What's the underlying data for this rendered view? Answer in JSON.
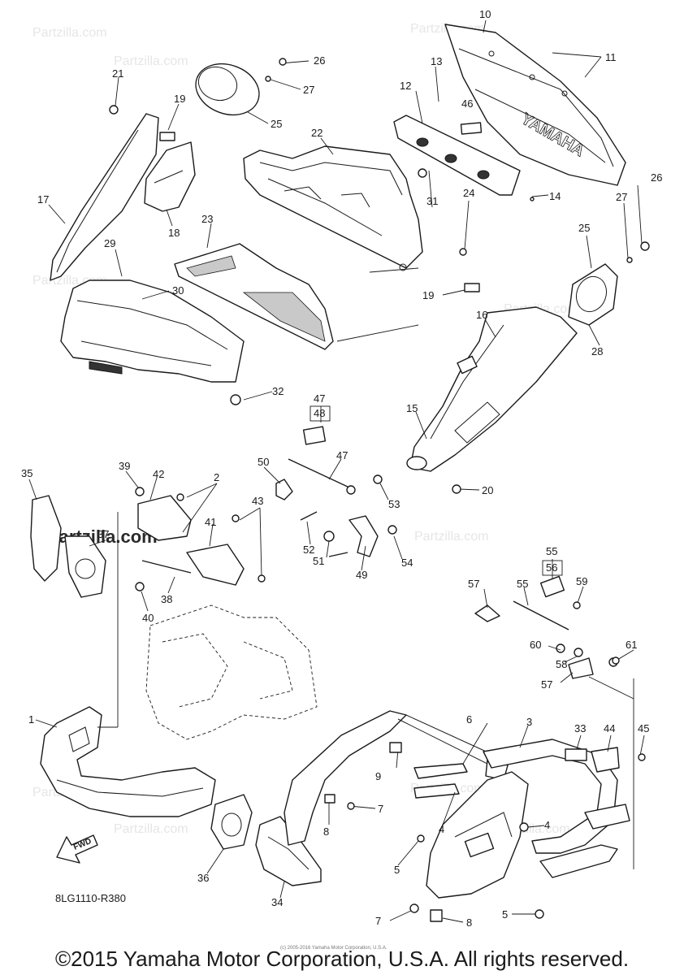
{
  "diagram_code": "8LG1110-R380",
  "fwd_label": "FWD",
  "watermark_text": "Partzilla.com",
  "watermark_logo": "Partzilla.com",
  "tiny_notice": "(c) 2005-2016 Yamaha Motor Corporation, U.S.A.",
  "copyright": "©2015 Yamaha Motor Corporation, U.S.A. All rights reserved.",
  "brand_mark": "YAMAHA",
  "callouts": {
    "c1": "1",
    "c2": "2",
    "c3": "3",
    "c4a": "4",
    "c4b": "4",
    "c5a": "5",
    "c5b": "5",
    "c6": "6",
    "c7a": "7",
    "c7b": "7",
    "c8a": "8",
    "c8b": "8",
    "c9": "9",
    "c10": "10",
    "c11": "11",
    "c12": "12",
    "c13": "13",
    "c14": "14",
    "c15": "15",
    "c16": "16",
    "c17": "17",
    "c18": "18",
    "c19a": "19",
    "c19b": "19",
    "c20": "20",
    "c21": "21",
    "c22": "22",
    "c23": "23",
    "c24": "24",
    "c25a": "25",
    "c25b": "25",
    "c26a": "26",
    "c26b": "26",
    "c27a": "27",
    "c27b": "27",
    "c28": "28",
    "c29": "29",
    "c30": "30",
    "c31": "31",
    "c32": "32",
    "c33": "33",
    "c34": "34",
    "c35": "35",
    "c36": "36",
    "c37": "37",
    "c38": "38",
    "c39": "39",
    "c40": "40",
    "c41": "41",
    "c42": "42",
    "c43": "43",
    "c44": "44",
    "c45": "45",
    "c46": "46",
    "c47a": "47",
    "c47b": "47",
    "c48": "48",
    "c49": "49",
    "c50": "50",
    "c51": "51",
    "c52": "52",
    "c53": "53",
    "c54": "54",
    "c55a": "55",
    "c55b": "55",
    "c56": "56",
    "c57a": "57",
    "c57b": "57",
    "c58": "58",
    "c59": "59",
    "c60": "60",
    "c61": "61"
  },
  "colors": {
    "line": "#1a1a1a",
    "watermark": "#e6e6e6",
    "mesh": "#c9c9c9"
  }
}
